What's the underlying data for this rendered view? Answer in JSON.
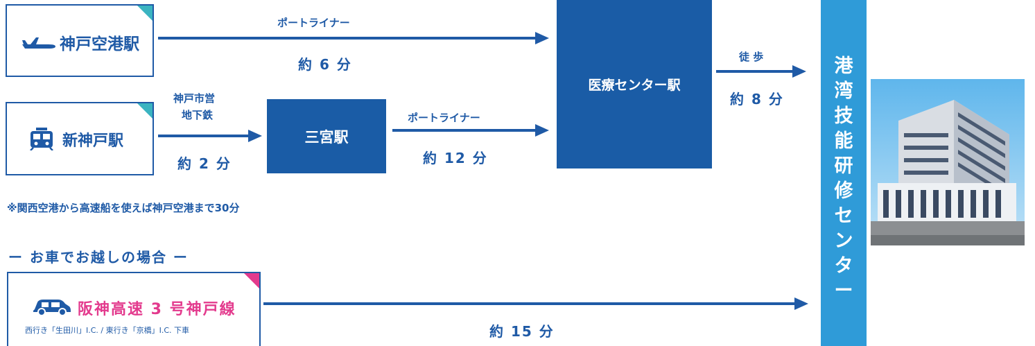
{
  "stations": {
    "kobe_airport": "神戸空港駅",
    "shin_kobe": "新神戸駅",
    "sannomiya": "三宮駅",
    "iryo_center": "医療センター駅"
  },
  "routes": {
    "airport_line": "ポートライナー",
    "airport_time": "約 6 分",
    "subway_line_1": "神戸市営",
    "subway_line_2": "地下鉄",
    "subway_time": "約 2 分",
    "sannomiya_line": "ポートライナー",
    "sannomiya_time": "約 12 分",
    "walk_label": "徒 歩",
    "walk_time": "約 8 分",
    "car_time": "約 15 分"
  },
  "destination": {
    "chars": [
      "港",
      "湾",
      "技",
      "能",
      "研",
      "修",
      "セ",
      "ン",
      "タ",
      "ー"
    ]
  },
  "note": "※関西空港から高速船を使えば神戸空港まで30分",
  "car": {
    "section_title": "ー お車でお越しの場合 ー",
    "title": "阪神高速 3 号神戸線",
    "subtitle": "西行き「生田川」I.C. / 東行き「京橋」I.C. 下車"
  },
  "icons": {
    "plane": "airplane-icon",
    "train": "train-icon",
    "car": "car-icon"
  },
  "colors": {
    "primary": "#1f5aa6",
    "accent_teal": "#3bb4c1",
    "accent_pink": "#e33a8d",
    "destination_blue": "#2f9bd8"
  }
}
